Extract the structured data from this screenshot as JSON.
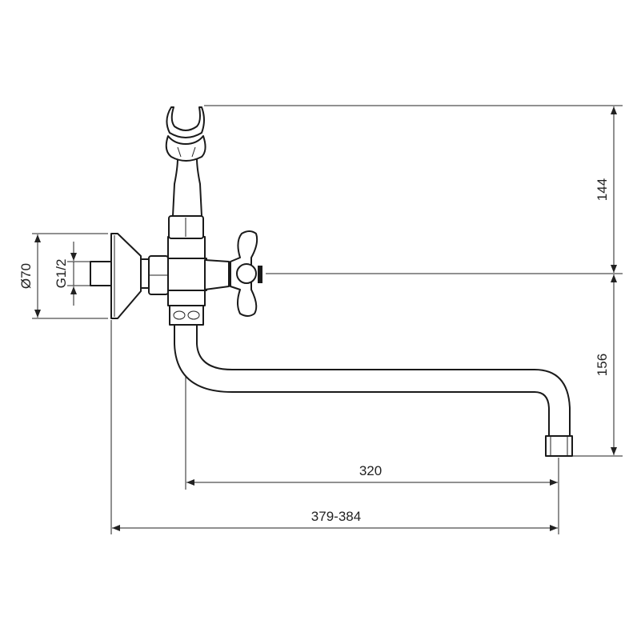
{
  "dimensions": {
    "height_upper": "144",
    "height_lower": "156",
    "spout_reach": "320",
    "overall_length": "379-384",
    "flange_diameter": "Ø70",
    "thread": "G1/2"
  }
}
